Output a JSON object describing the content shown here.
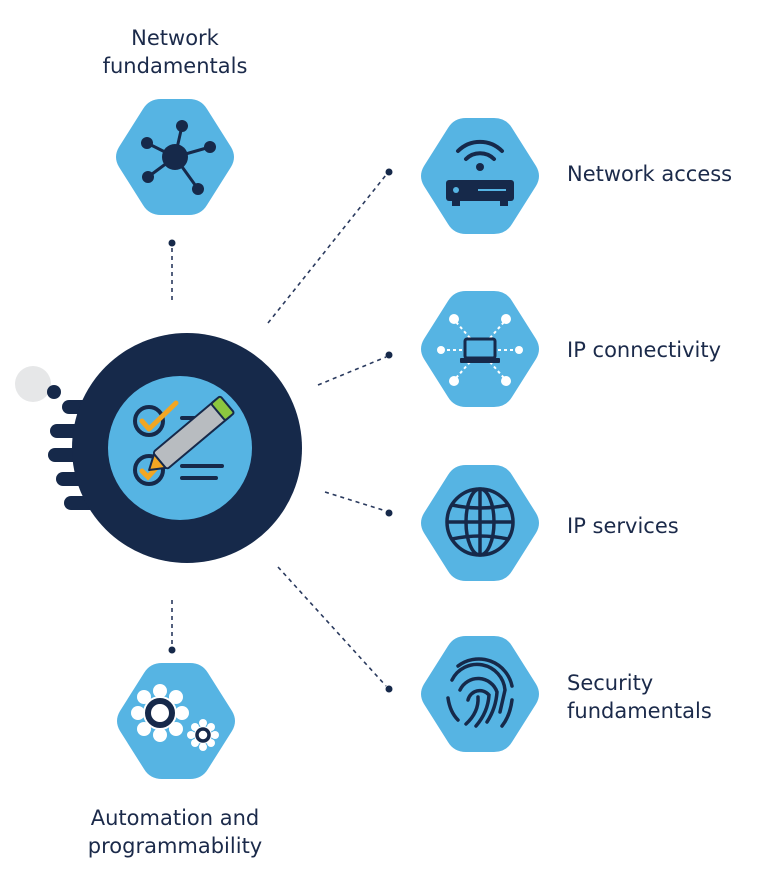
{
  "topics": {
    "network_fundamentals": {
      "line1": "Network",
      "line2": "fundamentals",
      "icon": "network-nodes-icon"
    },
    "network_access": {
      "label": "Network access",
      "icon": "wifi-router-icon"
    },
    "ip_connectivity": {
      "label": "IP connectivity",
      "icon": "laptop-network-icon"
    },
    "ip_services": {
      "label": "IP services",
      "icon": "globe-icon"
    },
    "security_fundamentals": {
      "line1": "Security",
      "line2": "fundamentals",
      "icon": "fingerprint-icon"
    },
    "automation": {
      "line1": "Automation and",
      "line2": "programmability",
      "icon": "gears-icon"
    }
  },
  "center": {
    "icon": "checklist-marker-icon"
  },
  "colors": {
    "hex_blue": "#56b4e3",
    "navy": "#16294a",
    "check_orange": "#f2a623",
    "marker_green": "#8cc63f",
    "marker_gray": "#b8bcc0",
    "bubble_gray": "#e6e7e8"
  }
}
